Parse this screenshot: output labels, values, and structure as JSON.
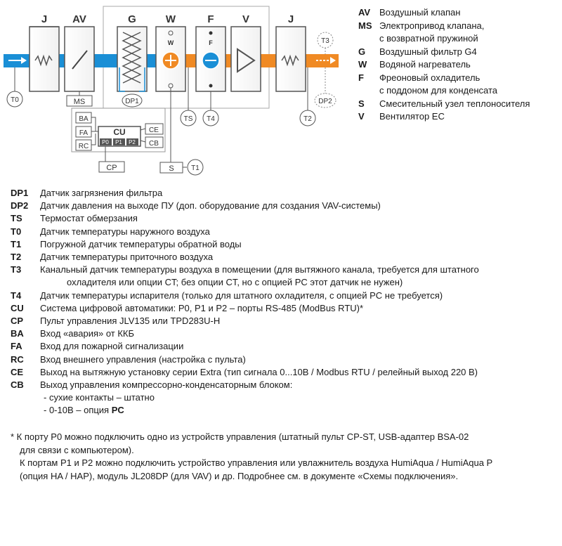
{
  "diagram": {
    "units": {
      "J1": "J",
      "AV": "AV",
      "G": "G",
      "W": "W",
      "F": "F",
      "V": "V",
      "J2": "J",
      "W_small": "W",
      "F_small": "F"
    },
    "sensors": {
      "T0": "T0",
      "T1": "T1",
      "T2": "T2",
      "T3": "T3",
      "T4": "T4",
      "TS": "TS",
      "DP1": "DP1",
      "DP2": "DP2",
      "MS": "MS",
      "S": "S"
    },
    "controls": {
      "CU": "CU",
      "BA": "BA",
      "FA": "FA",
      "RC": "RC",
      "CE": "CE",
      "CB": "CB",
      "CP": "CP",
      "P0": "P0",
      "P1": "P1",
      "P2": "P2"
    },
    "colors": {
      "outdoor_air": "#1a8fd6",
      "supply_air": "#f08a24",
      "frame": "#555555",
      "dashed": "#888888"
    }
  },
  "legend_top": [
    {
      "code": "AV",
      "lines": [
        "Воздушный клапан"
      ]
    },
    {
      "code": "MS",
      "lines": [
        "Электропривод клапана,",
        "с возвратной пружиной"
      ]
    },
    {
      "code": "G",
      "lines": [
        "Воздушный фильтр G4"
      ]
    },
    {
      "code": "W",
      "lines": [
        "Водяной нагреватель"
      ]
    },
    {
      "code": "F",
      "lines": [
        "Фреоновый охладитель",
        "с поддоном для конденсата"
      ]
    },
    {
      "code": "S",
      "lines": [
        "Смесительный узел теплоносителя"
      ]
    },
    {
      "code": "V",
      "lines": [
        "Вентилятор EC"
      ]
    }
  ],
  "legend_main": [
    {
      "code": "DP1",
      "lines": [
        "Датчик загрязнения фильтра"
      ]
    },
    {
      "code": "DP2",
      "lines": [
        "Датчик давления на выходе ПУ (доп. оборудование для создания VAV-системы)"
      ]
    },
    {
      "code": "TS",
      "lines": [
        "Термостат обмерзания"
      ]
    },
    {
      "code": "T0",
      "lines": [
        "Датчик температуры наружного воздуха"
      ]
    },
    {
      "code": "T1",
      "lines": [
        "Погружной датчик температуры обратной воды"
      ]
    },
    {
      "code": "T2",
      "lines": [
        "Датчик температуры приточного воздуха"
      ]
    },
    {
      "code": "T3",
      "lines": [
        "Канальный датчик температуры воздуха в помещении (для вытяжного канала, требуется для штатного",
        "охладителя или опции CT; без опции CT, но с опцией PC этот датчик не нужен)"
      ]
    },
    {
      "code": "T4",
      "lines": [
        "Датчик температуры испарителя (только для штатного охладителя, с опцией PC не требуется)"
      ]
    },
    {
      "code": "CU",
      "lines": [
        "Система цифровой автоматики: P0, P1 и P2 – порты RS-485 (ModBus RTU)*"
      ]
    },
    {
      "code": "CP",
      "lines": [
        "Пульт управления JLV135 или TPD283U-H"
      ]
    },
    {
      "code": "BA",
      "lines": [
        "Вход «авария» от ККБ"
      ]
    },
    {
      "code": "FA",
      "lines": [
        "Вход для пожарной сигнализации"
      ]
    },
    {
      "code": "RC",
      "lines": [
        "Вход внешнего управления (настройка с пульта)"
      ]
    },
    {
      "code": "CE",
      "lines": [
        "Выход на вытяжную установку серии Extra (тип сигнала 0...10В / Modbus RTU / релейный выход 220 В)"
      ]
    },
    {
      "code": "CB",
      "lines": [
        "Выход управления компрессорно-конденсаторным блоком:"
      ]
    }
  ],
  "cb_options": {
    "opt1": "- сухие контакты – штатно",
    "opt2_prefix": "- 0-10В – опция ",
    "opt2_bold": "PC"
  },
  "notes": [
    "* К порту P0 можно подключить одно из устройств управления (штатный пульт CP-ST, USB-адаптер BSA-02",
    "для связи с компьютером).",
    "К портам P1 и P2 можно подключить устройство управления или увлажнитель воздуха HumiAqua /  HumiAqua P",
    "(опция HA / HAP), модуль JL208DP (для VAV) и др. Подробнее см. в документе «Схемы подключения»."
  ]
}
